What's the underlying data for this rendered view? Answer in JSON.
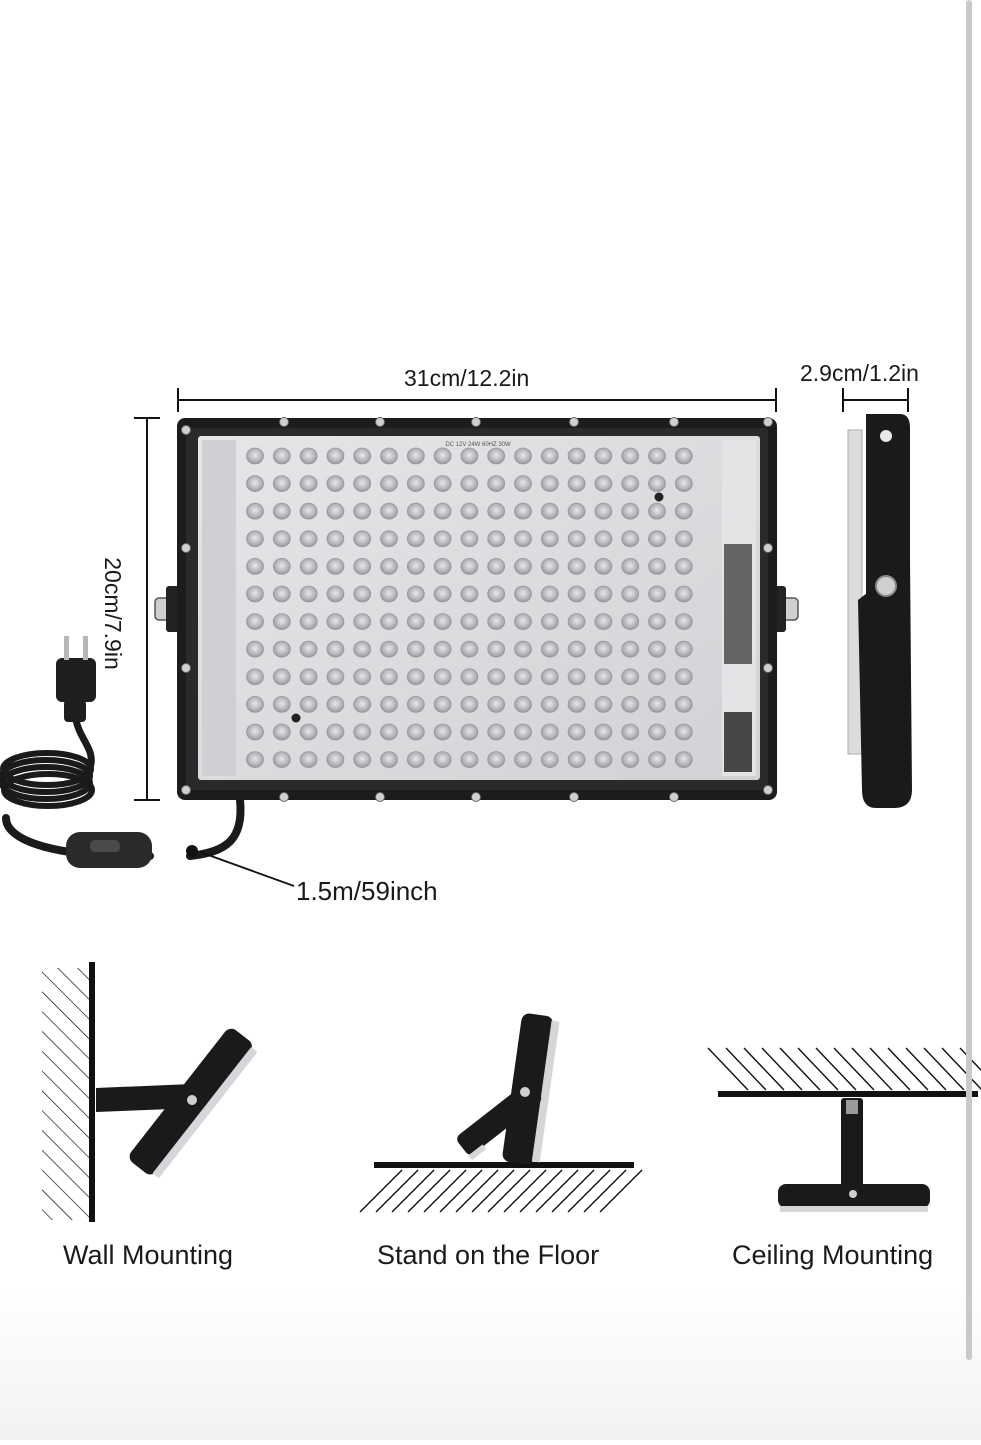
{
  "dimensions": {
    "width": "31cm/12.2in",
    "height": "20cm/7.9in",
    "depth": "2.9cm/1.2in",
    "cable": "1.5m/59inch"
  },
  "mounting_options": [
    {
      "id": "wall",
      "label": "Wall Mounting"
    },
    {
      "id": "floor",
      "label": "Stand on the Floor"
    },
    {
      "id": "ceiling",
      "label": "Ceiling Mounting"
    }
  ],
  "panel_text": "DC 12V 24W 60HZ 30W",
  "colors": {
    "frame": "#1c1c1c",
    "lens_panel": "#dcdcde",
    "led": "#a9a9ad",
    "line": "#111111",
    "text": "#1a1a1a"
  },
  "icons": [
    "plug-icon",
    "inline-switch-icon",
    "side-bracket-icon",
    "wall-hatch-icon",
    "floor-hatch-icon",
    "ceiling-hatch-icon"
  ]
}
